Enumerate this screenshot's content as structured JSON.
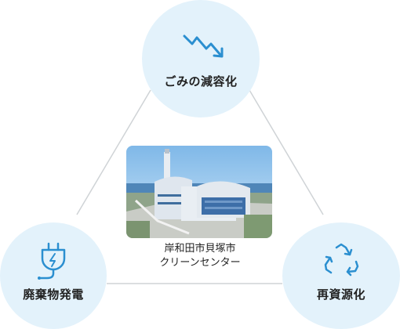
{
  "nodes": {
    "top": {
      "label": "ごみの減容化",
      "icon": "trend-down-arrow-icon"
    },
    "left": {
      "label": "廃棄物発電",
      "icon": "power-plug-icon"
    },
    "right": {
      "label": "再資源化",
      "icon": "recycle-icon"
    }
  },
  "center": {
    "image": "waste-plant-photo",
    "caption_line1": "岸和田市貝塚市",
    "caption_line2": "クリーンセンター"
  },
  "colors": {
    "circle_fill": "#e3f2fb",
    "icon_stroke": "#2b8fd0",
    "connector": "#cfd3d6",
    "text": "#222222"
  }
}
